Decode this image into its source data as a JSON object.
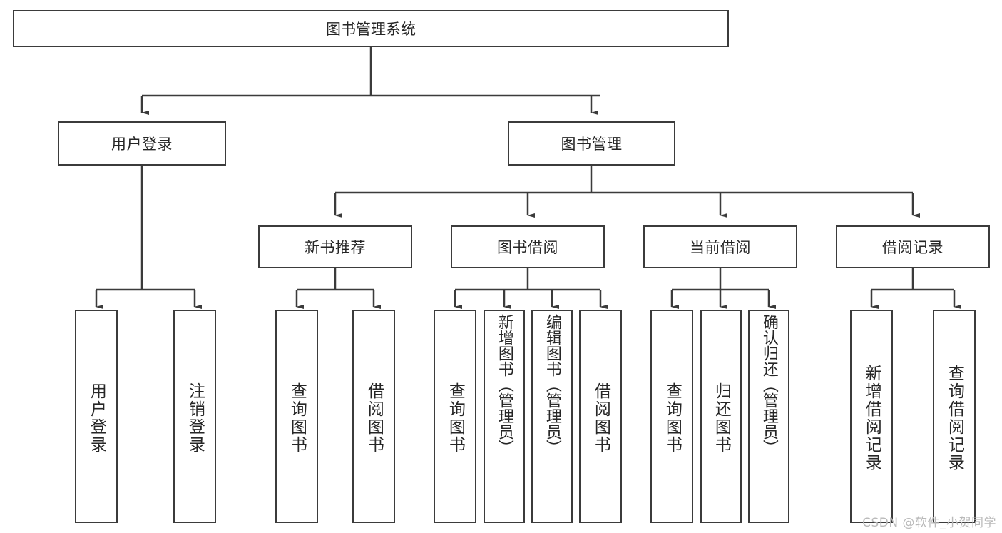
{
  "diagram": {
    "title": "图书管理系统",
    "root": {
      "id": "root",
      "label": "图书管理系统"
    },
    "level2": [
      {
        "id": "user-login",
        "label": "用户登录"
      },
      {
        "id": "book-manage",
        "label": "图书管理"
      }
    ],
    "level3": [
      {
        "id": "new-book-rec",
        "label": "新书推荐"
      },
      {
        "id": "book-borrow",
        "label": "图书借阅"
      },
      {
        "id": "current-borrow",
        "label": "当前借阅"
      },
      {
        "id": "borrow-record",
        "label": "借阅记录"
      }
    ],
    "leaves": {
      "user_login": [
        {
          "id": "leaf-user-login",
          "label": "用户登录"
        },
        {
          "id": "leaf-logout",
          "label": "注销登录"
        }
      ],
      "new_book_rec": [
        {
          "id": "leaf-query-book-1",
          "label": "查询图书"
        },
        {
          "id": "leaf-borrow-book-1",
          "label": "借阅图书"
        }
      ],
      "book_borrow": [
        {
          "id": "leaf-query-book-2",
          "label": "查询图书"
        },
        {
          "id": "leaf-add-book",
          "label": "新增图书（管理员）"
        },
        {
          "id": "leaf-edit-book",
          "label": "编辑图书（管理员）"
        },
        {
          "id": "leaf-borrow-book-2",
          "label": "借阅图书"
        }
      ],
      "current_borrow": [
        {
          "id": "leaf-query-book-3",
          "label": "查询图书"
        },
        {
          "id": "leaf-return-book",
          "label": "归还图书"
        },
        {
          "id": "leaf-confirm-return",
          "label": "确认归还（管理员）"
        }
      ],
      "borrow_record": [
        {
          "id": "leaf-add-record",
          "label": "新增借阅记录"
        },
        {
          "id": "leaf-query-record",
          "label": "查询借阅记录"
        }
      ]
    },
    "watermark": "CSDN @软件_小贺同学",
    "colors": {
      "stroke": "#3b3b3b",
      "text": "#262626",
      "background": "#ffffff",
      "watermark": "#b9b9b9"
    }
  }
}
